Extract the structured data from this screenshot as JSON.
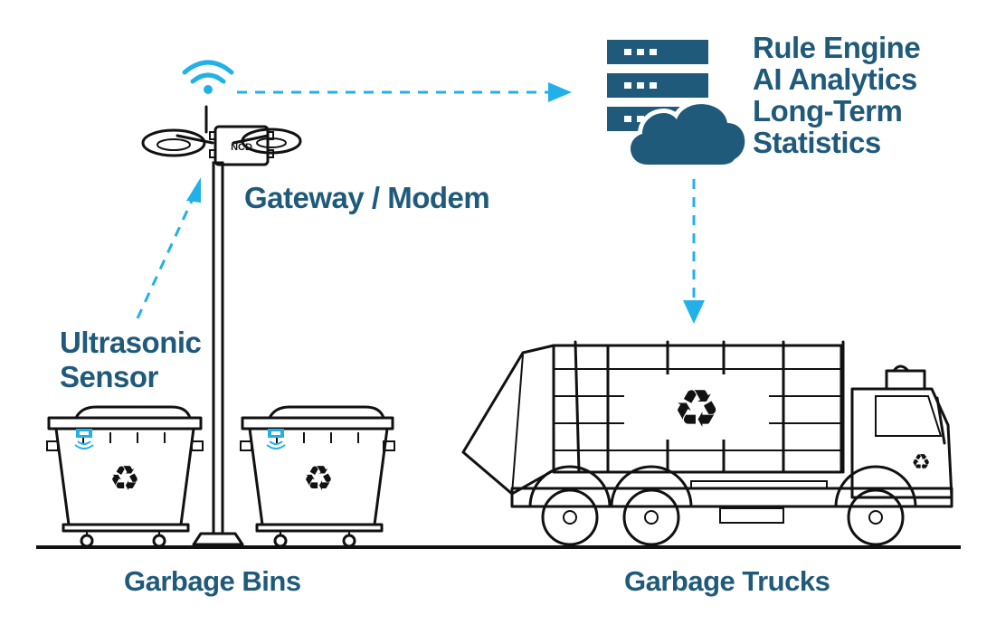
{
  "labels": {
    "cloud_lines": [
      "Rule Engine",
      "AI Analytics",
      "Long-Term",
      "Statistics"
    ],
    "gateway": "Gateway / Modem",
    "sensor_lines": [
      "Ultrasonic",
      "Sensor"
    ],
    "bins": "Garbage Bins",
    "trucks": "Garbage Trucks",
    "modem_logo": "NCD"
  },
  "symbols": {
    "recycle": "♻"
  },
  "colors": {
    "label_blue": "#1f5a7a",
    "link_cyan": "#21b1e8",
    "outline": "#111111"
  },
  "icons": [
    "wifi-icon",
    "server-rack-icon",
    "cloud-icon",
    "recycle-icon",
    "ultrasonic-sensor-icon"
  ]
}
